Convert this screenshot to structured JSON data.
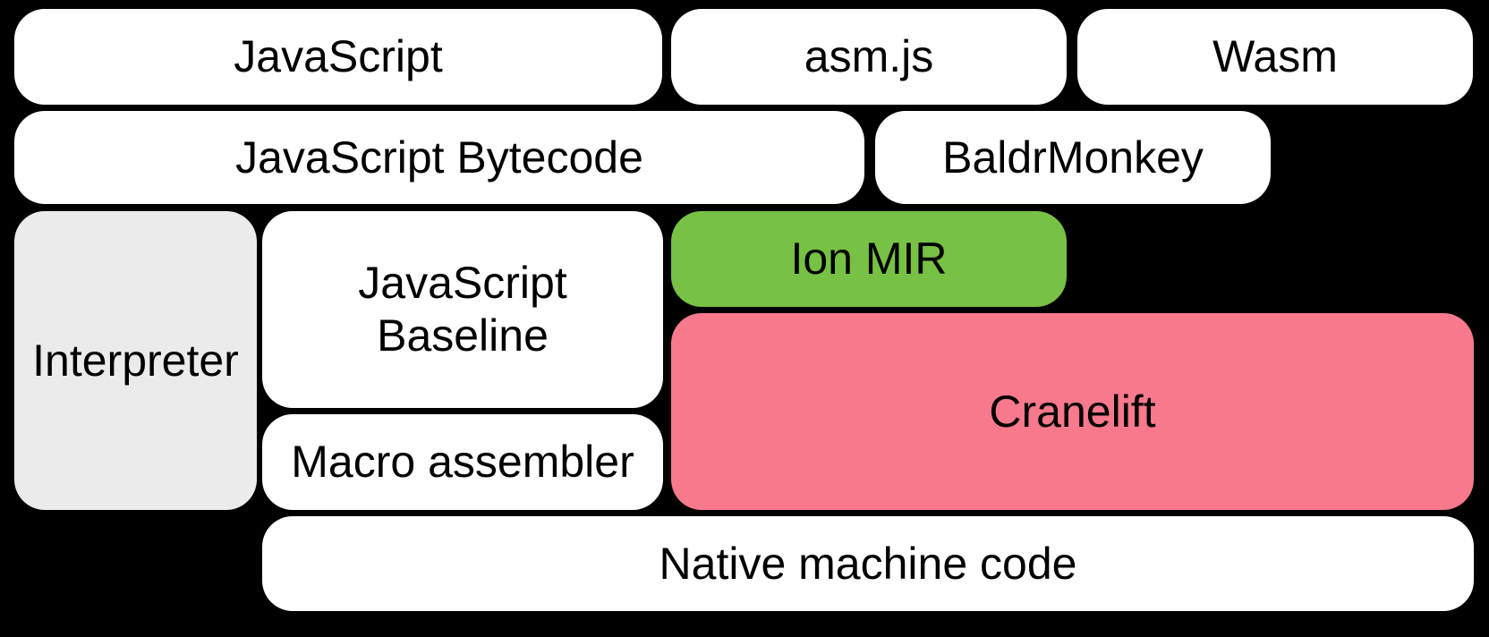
{
  "colors": {
    "background": "#000000",
    "text": "#000000",
    "white_box": "#FFFFFF",
    "gray_box": "#EBEBEB",
    "green_box": "#77C144",
    "pink_box": "#F7798B"
  },
  "boxes": {
    "javascript": {
      "label": "JavaScript",
      "fill": "#FFFFFF"
    },
    "asmjs": {
      "label": "asm.js",
      "fill": "#FFFFFF"
    },
    "wasm": {
      "label": "Wasm",
      "fill": "#FFFFFF"
    },
    "bytecode": {
      "label": "JavaScript Bytecode",
      "fill": "#FFFFFF"
    },
    "baldrmonkey": {
      "label": "BaldrMonkey",
      "fill": "#FFFFFF"
    },
    "interpreter": {
      "label": "Interpreter",
      "fill": "#EBEBEB"
    },
    "baseline": {
      "label": "JavaScript Baseline",
      "fill": "#FFFFFF"
    },
    "ionmir": {
      "label": "Ion MIR",
      "fill": "#77C144"
    },
    "cranelift": {
      "label": "Cranelift",
      "fill": "#F7798B"
    },
    "macroassembler": {
      "label": "Macro assembler",
      "fill": "#FFFFFF"
    },
    "nativecode": {
      "label": "Native machine code",
      "fill": "#FFFFFF"
    }
  }
}
